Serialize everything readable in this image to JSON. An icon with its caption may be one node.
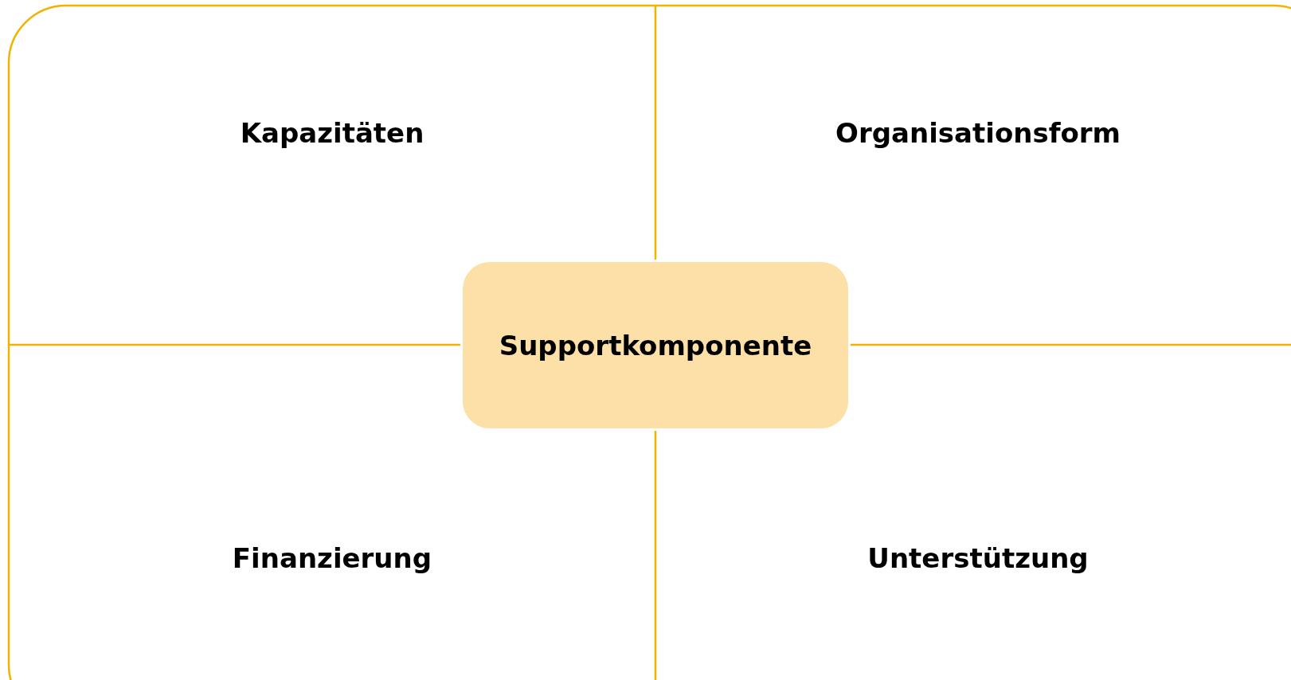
{
  "diagram": {
    "nodes": [
      {
        "text": [
          "Kapazitäten"
        ]
      },
      {
        "text": [
          "Organisationsform"
        ]
      },
      {
        "text": [
          "Supportkomponente"
        ]
      },
      {
        "text": [
          "Finanzierung"
        ]
      },
      {
        "text": [
          "Unterstützung"
        ]
      }
    ]
  }
}
